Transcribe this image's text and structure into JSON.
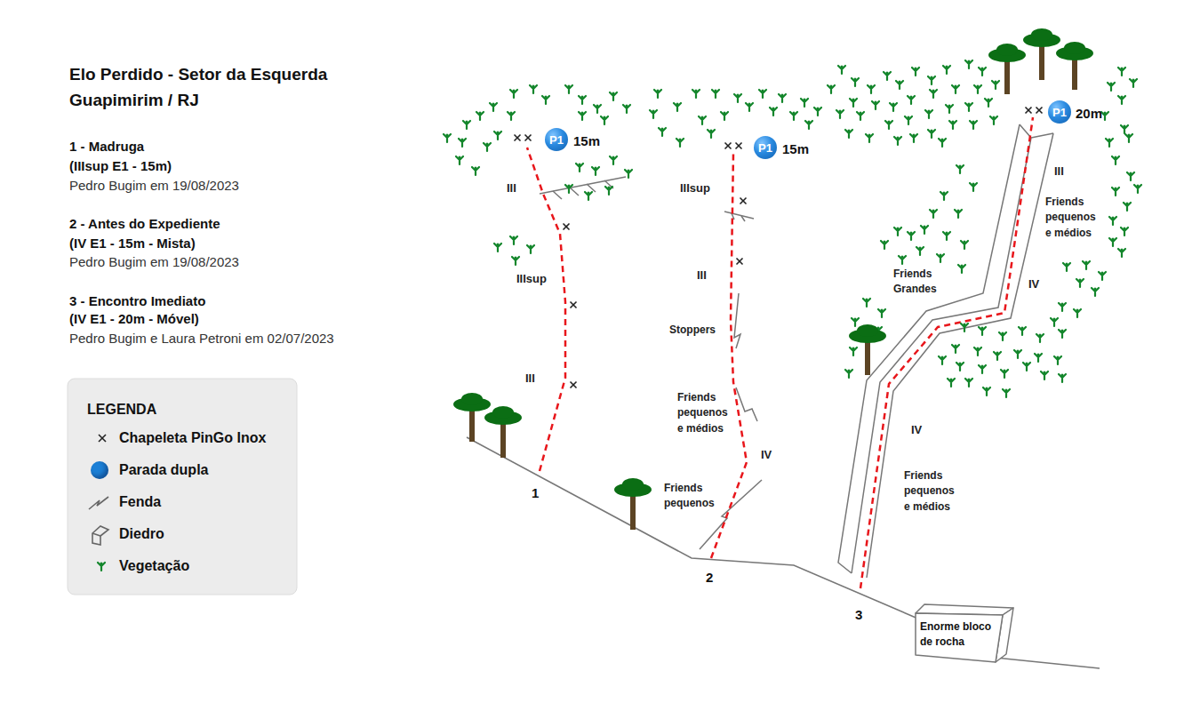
{
  "diagram": {
    "title": "Elo Perdido - Setor da Esquerda",
    "nodes": [
      {
        "text": [
          "P1"
        ]
      },
      {
        "text": [
          "P1"
        ]
      },
      {
        "text": [
          "P1"
        ]
      },
      {
        "text": [
          "Enorme bloco de rocha"
        ]
      }
    ],
    "labels": [
      "Guapimirim / RJ",
      "1 - Madruga",
      "(IIIsup E1 - 15m)",
      "Pedro Bugim em 19/08/2023",
      "2 - Antes do Expediente",
      "(IV E1 - 15m - Mista)",
      "Pedro Bugim em 19/08/2023",
      "3 - Encontro Imediato",
      "(IV E1 - 20m - Móvel)",
      "Pedro Bugim e Laura Petroni em 02/07/2023",
      "LEGENDA",
      "15m",
      "III",
      "IIIsup",
      "III",
      "1",
      "15m",
      "IIIsup",
      "III",
      "Stoppers",
      "Friends pequenos e médios",
      "IV",
      "Friends pequenos",
      "2",
      "20m",
      "III",
      "Friends pequenos e médios",
      "IV",
      "Friends Grandes",
      "IV",
      "Friends pequenos e médios",
      "3"
    ],
    "legend": [
      {
        "text": "Chapeleta PinGo Inox"
      },
      {
        "text": "Parada dupla",
        "color": "#1b7fd6"
      },
      {
        "text": "Fenda"
      },
      {
        "text": "Diedro"
      },
      {
        "text": "Vegetação"
      }
    ]
  }
}
